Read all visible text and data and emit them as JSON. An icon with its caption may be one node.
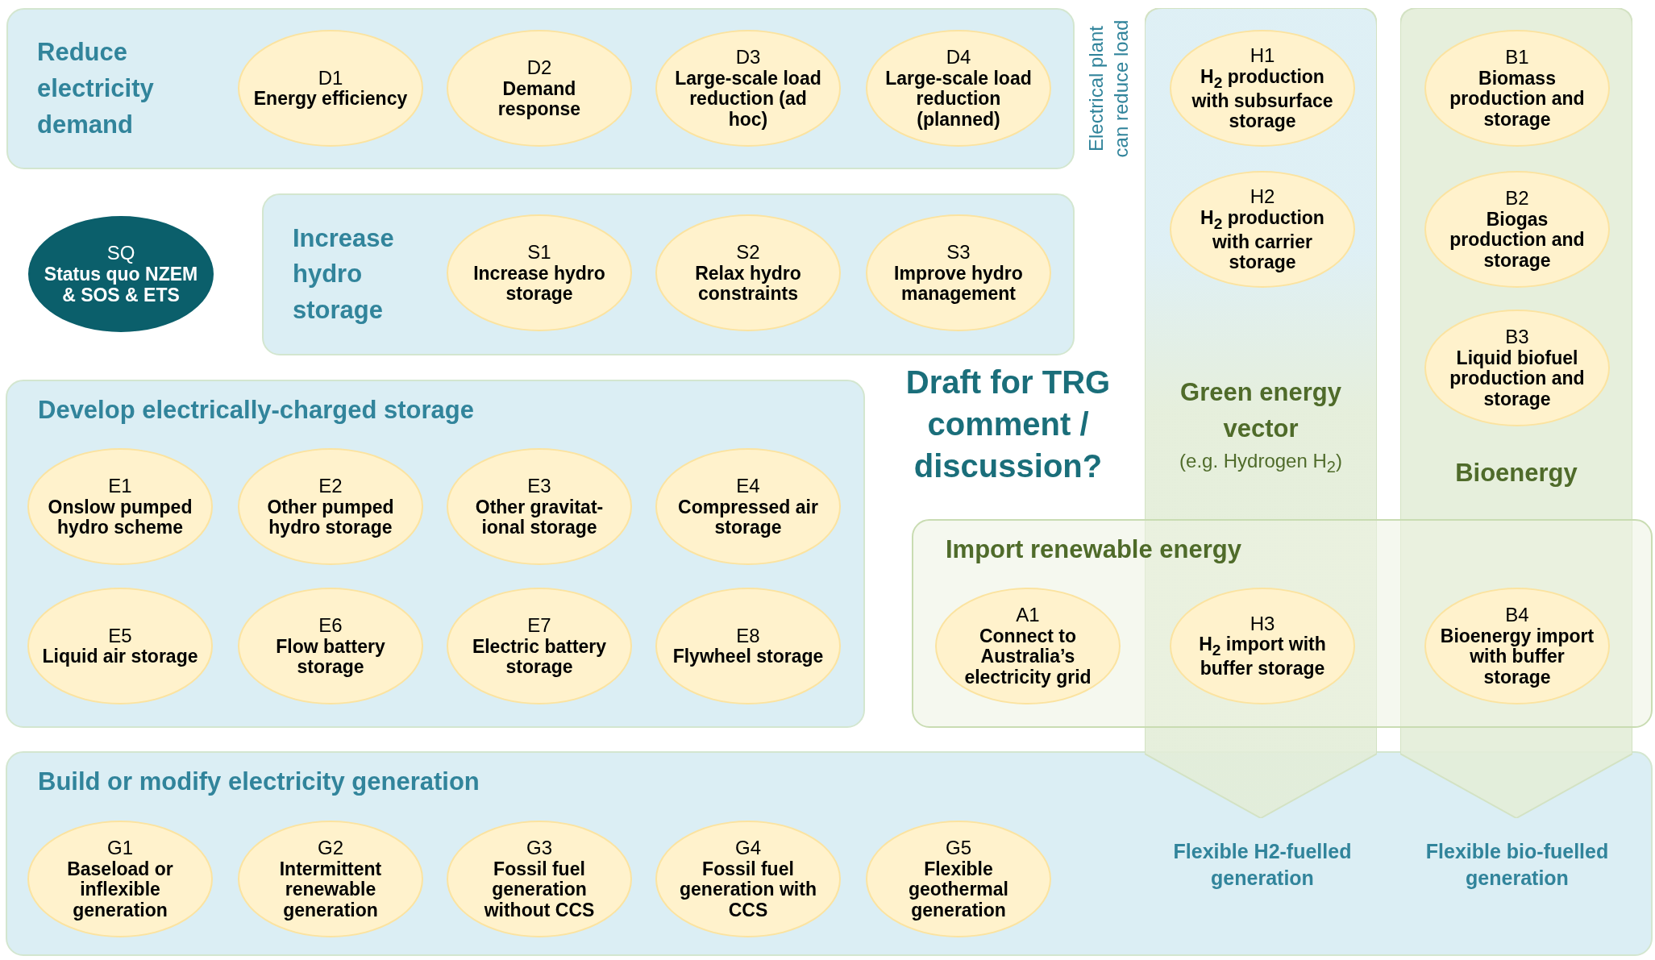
{
  "diagram": {
    "nodes": [
      {
        "text": [
          "Reduce electricity demand"
        ]
      },
      {
        "text": [
          "D1",
          "Energy efficiency"
        ],
        "in": 0
      },
      {
        "text": [
          "D2",
          "Demand response"
        ],
        "in": 0
      },
      {
        "text": [
          "D3",
          "Large-scale load reduction (ad hoc)"
        ],
        "in": 0
      },
      {
        "text": [
          "D4",
          "Large-scale load reduction (planned)"
        ],
        "in": 0
      },
      {
        "text": [
          "Green energy vector",
          "(e.g. Hydrogen H$_{2}$)"
        ]
      },
      {
        "text": [
          "H1",
          "H$_{2}$ production with subsurface storage"
        ],
        "in": 5
      },
      {
        "text": [
          "H2",
          "H$_{2}$ production with carrier storage"
        ],
        "in": 5
      },
      {
        "text": [
          "Bioenergy"
        ]
      },
      {
        "text": [
          "B1",
          "Biomass production and storage"
        ],
        "in": 8
      },
      {
        "text": [
          "B2",
          "Biogas production and storage"
        ],
        "in": 8
      },
      {
        "text": [
          "B3",
          "Liquid biofuel production and storage"
        ],
        "in": 8
      },
      {
        "text": [
          "SQ",
          "Status quo NZEM & SOS & ETS"
        ]
      },
      {
        "text": [
          "Increase hydro storage"
        ]
      },
      {
        "text": [
          "S1",
          "Increase hydro storage"
        ],
        "in": 13
      },
      {
        "text": [
          "S2",
          "Relax hydro constraints"
        ],
        "in": 13
      },
      {
        "text": [
          "S3",
          "Improve hydro management"
        ],
        "in": 13
      },
      {
        "text": [
          "Develop electrically-charged storage"
        ]
      },
      {
        "text": [
          "E1",
          "Onslow pumped hydro scheme"
        ],
        "in": 17
      },
      {
        "text": [
          "E2",
          "Other pumped hydro storage"
        ],
        "in": 17
      },
      {
        "text": [
          "E3",
          "Other gravitat- ional storage"
        ],
        "in": 17
      },
      {
        "text": [
          "E4",
          "Compressed air storage"
        ],
        "in": 17
      },
      {
        "text": [
          "E5",
          "Liquid air storage"
        ],
        "in": 17
      },
      {
        "text": [
          "E6",
          "Flow battery storage"
        ],
        "in": 17
      },
      {
        "text": [
          "E7",
          "Electric battery storage"
        ],
        "in": 17
      },
      {
        "text": [
          "E8",
          "Flywheel storage"
        ],
        "in": 17
      },
      {
        "text": [
          "Import renewable energy"
        ]
      },
      {
        "text": [
          "A1",
          "Connect to Australia’s electricity grid"
        ],
        "in": 26
      },
      {
        "text": [
          "H3",
          "H$_{2}$ import with buffer storage"
        ]
      },
      {
        "text": [
          "B4",
          "Bioenergy import with buffer storage"
        ]
      },
      {
        "text": [
          "Build or modify electricity generation"
        ]
      },
      {
        "text": [
          "G1",
          "Baseload or inflexible generation"
        ],
        "in": 30
      },
      {
        "text": [
          "G2",
          "Intermittent renewable generation"
        ],
        "in": 30
      },
      {
        "text": [
          "G3",
          "Fossil fuel generation without CCS"
        ],
        "in": 30
      },
      {
        "text": [
          "G4",
          "Fossil fuel generation with CCS"
        ],
        "in": 30
      },
      {
        "text": [
          "G5",
          "Flexible geothermal generation"
        ],
        "in": 30
      }
    ],
    "labels": [
      "Electrical plant can reduce load",
      "Draft for TRG comment / discussion?",
      "Flexible H2-fuelled generation",
      "Flexible bio-fuelled generation"
    ]
  }
}
